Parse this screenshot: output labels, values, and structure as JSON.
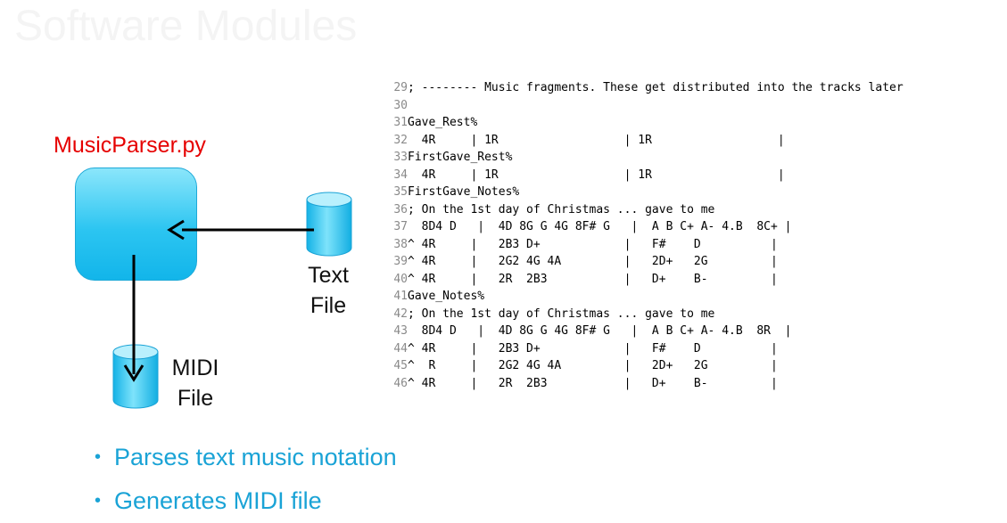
{
  "slide": {
    "title": "Software Modules"
  },
  "component": {
    "label": "MusicParser.py"
  },
  "text_file": {
    "line1": "Text",
    "line2": "File"
  },
  "midi_file": {
    "line1": "MIDI",
    "line2": "File"
  },
  "code": {
    "lines": [
      {
        "num": "29",
        "text": "; -------- Music fragments. These get distributed into the tracks later"
      },
      {
        "num": "30",
        "text": ""
      },
      {
        "num": "31",
        "text": "Gave_Rest%"
      },
      {
        "num": "32",
        "text": "  4R     | 1R                  | 1R                  |"
      },
      {
        "num": "33",
        "text": "FirstGave_Rest%"
      },
      {
        "num": "34",
        "text": "  4R     | 1R                  | 1R                  |"
      },
      {
        "num": "35",
        "text": "FirstGave_Notes%"
      },
      {
        "num": "36",
        "text": "; On the 1st day of Christmas ... gave to me"
      },
      {
        "num": "37",
        "text": "  8D4 D   |  4D 8G G 4G 8F# G   |  A B C+ A- 4.B  8C+ |"
      },
      {
        "num": "38",
        "text": "^ 4R     |   2B3 D+            |   F#    D          |"
      },
      {
        "num": "39",
        "text": "^ 4R     |   2G2 4G 4A         |   2D+   2G         |"
      },
      {
        "num": "40",
        "text": "^ 4R     |   2R  2B3           |   D+    B-         |"
      },
      {
        "num": "41",
        "text": "Gave_Notes%"
      },
      {
        "num": "42",
        "text": "; On the 1st day of Christmas ... gave to me"
      },
      {
        "num": "43",
        "text": "  8D4 D   |  4D 8G G 4G 8F# G   |  A B C+ A- 4.B  8R  |"
      },
      {
        "num": "44",
        "text": "^ 4R     |   2B3 D+            |   F#    D          |"
      },
      {
        "num": "45",
        "text": "^  R     |   2G2 4G 4A         |   2D+   2G         |"
      },
      {
        "num": "46",
        "text": "^ 4R     |   2R  2B3           |   D+    B-         |"
      }
    ]
  },
  "bullets": [
    {
      "text": "Parses text music notation"
    },
    {
      "text": "Generates MIDI file"
    }
  ]
}
